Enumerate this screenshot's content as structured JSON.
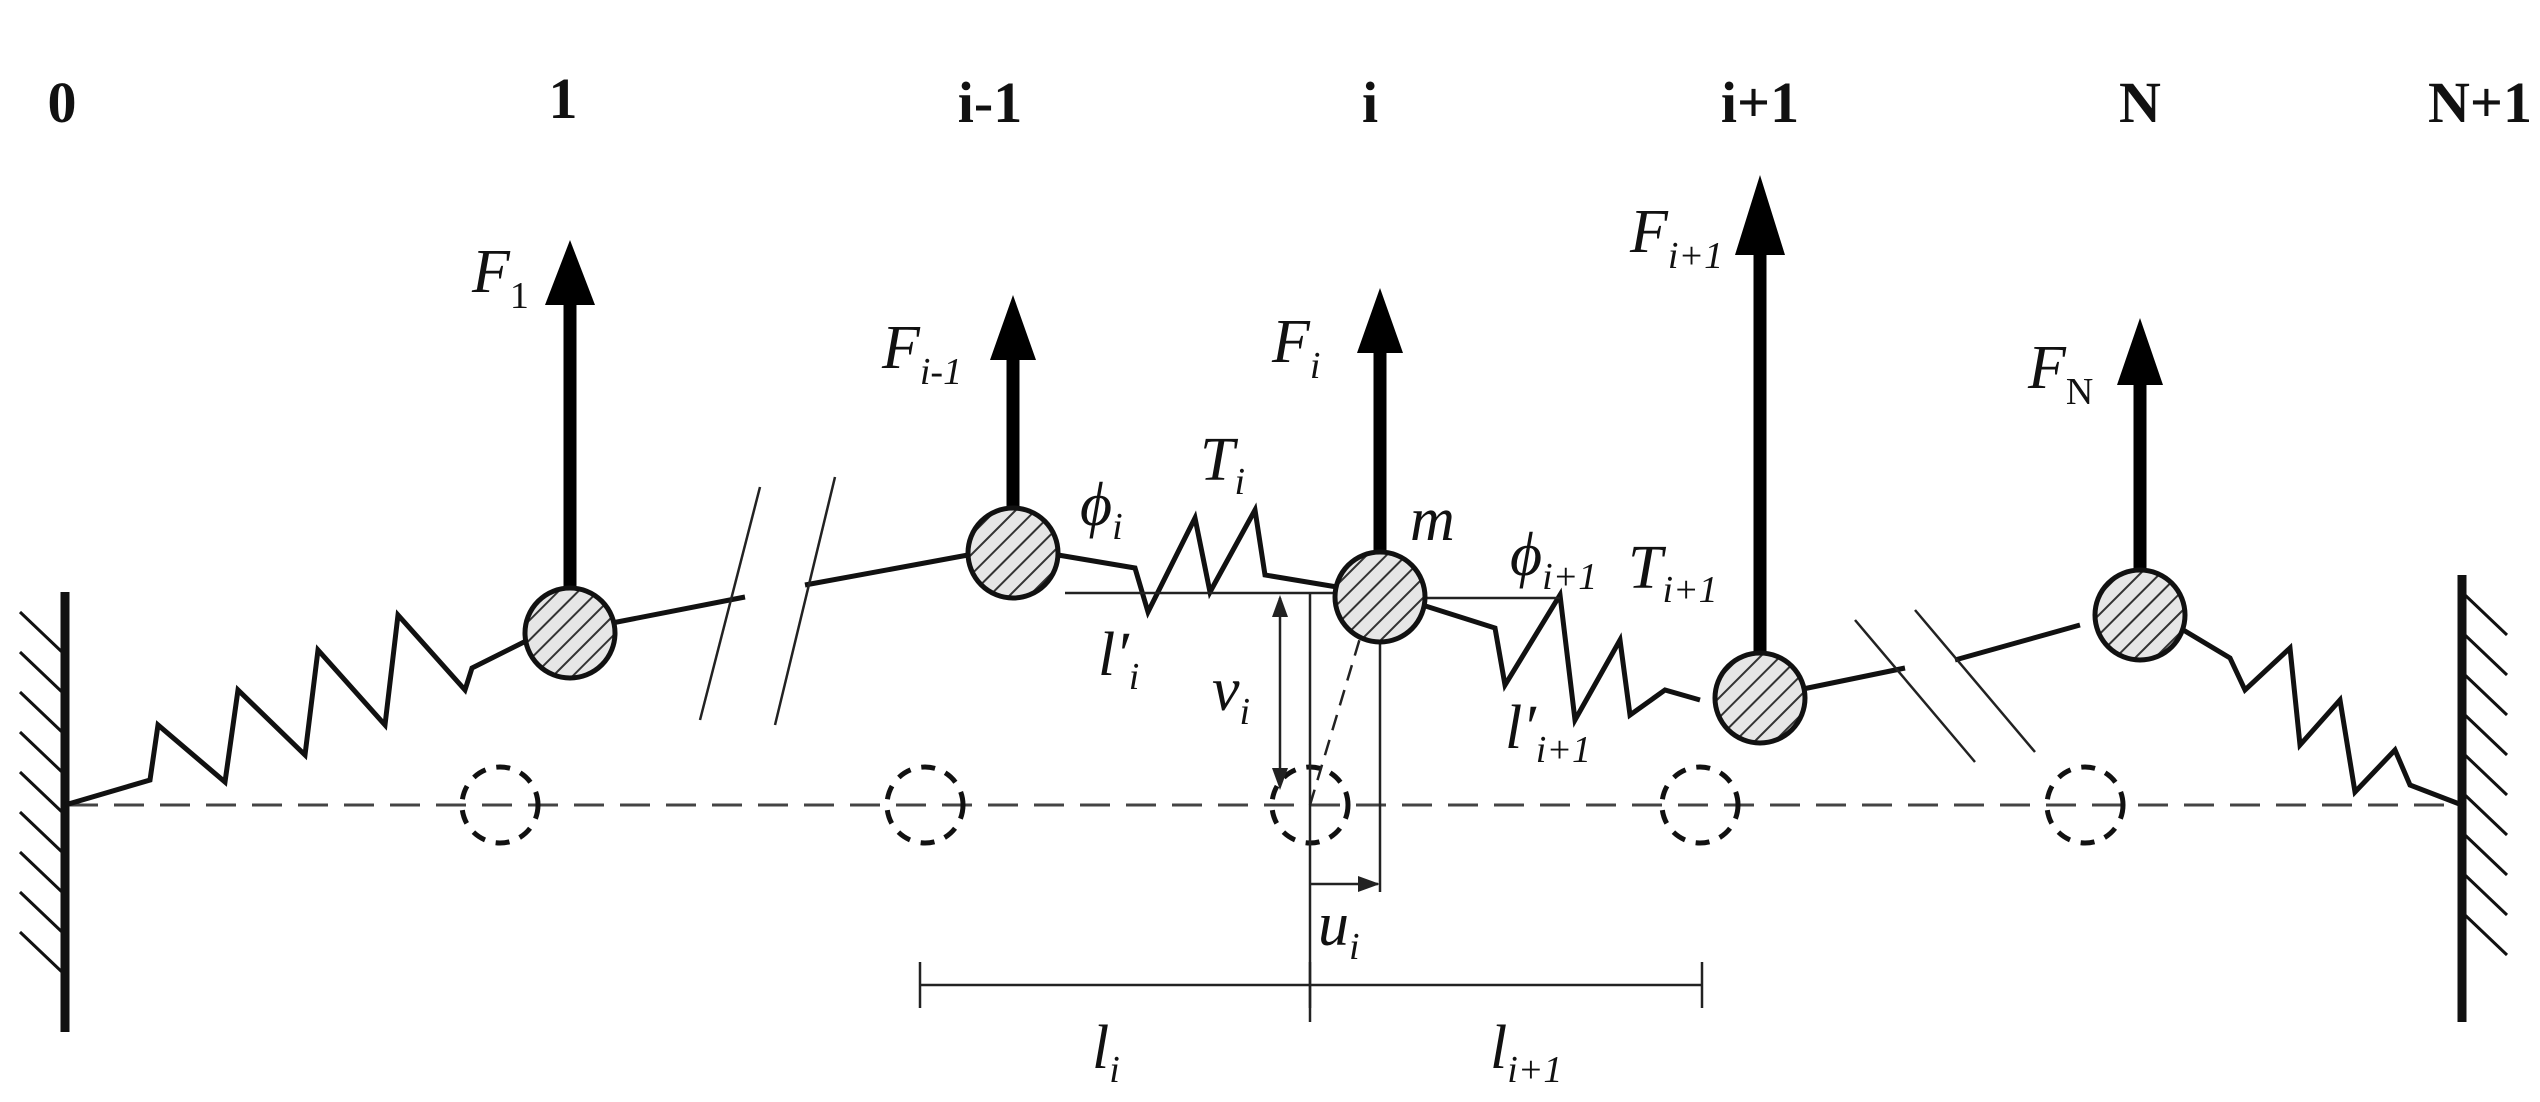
{
  "nodes": [
    {
      "label": "0"
    },
    {
      "label": "1"
    },
    {
      "label": "i-1"
    },
    {
      "label": "i"
    },
    {
      "label": "i+1"
    },
    {
      "label": "N"
    },
    {
      "label": "N+1"
    }
  ],
  "forces": [
    {
      "symbol": "F",
      "subscript": "1"
    },
    {
      "symbol": "F",
      "subscript": "i-1"
    },
    {
      "symbol": "F",
      "subscript": "i"
    },
    {
      "symbol": "F",
      "subscript": "i+1"
    },
    {
      "symbol": "F",
      "subscript": "N"
    }
  ],
  "annotations": {
    "phi_i": {
      "symbol": "ϕ",
      "subscript": "i"
    },
    "T_i": {
      "symbol": "T",
      "subscript": "i"
    },
    "m": {
      "symbol": "m"
    },
    "phi_i1": {
      "symbol": "ϕ",
      "subscript": "i+1"
    },
    "T_i1": {
      "symbol": "T",
      "subscript": "i+1"
    },
    "lp_i": {
      "symbol": "l′",
      "subscript": "i"
    },
    "v_i": {
      "symbol": "v",
      "subscript": "i"
    },
    "lp_i1": {
      "symbol": "l′",
      "subscript": "i+1"
    },
    "u_i": {
      "symbol": "u",
      "subscript": "i"
    },
    "l_i": {
      "symbol": "l",
      "subscript": "i"
    },
    "l_i1": {
      "symbol": "l",
      "subscript": "i+1"
    }
  },
  "colors": {
    "ink": "#111111",
    "background": "#ffffff"
  }
}
